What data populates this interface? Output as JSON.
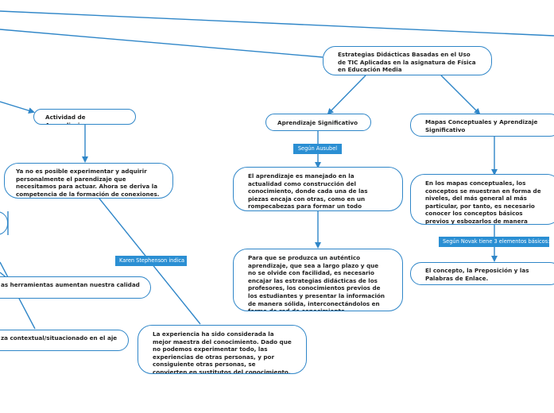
{
  "colors": {
    "stroke": "#2f86c8",
    "label_bg": "#2b8fd3",
    "label_text": "#ffffff",
    "node_text": "#222222"
  },
  "nodes": {
    "root": "Estrategias Didácticas Basadas en el Uso de TIC Aplicadas en la asignatura de  Física en Educación Media",
    "actividad": "Actividad de Aprendizaje",
    "aprendizaje_significativo": "Aprendizaje Significativo",
    "mapas_conceptuales": "Mapas Conceptuales y Aprendizaje Significativo",
    "experimentar": "Ya no es posible experimentar y adquirir personalmente el parendizaje que necesitamos para actuar. Ahora se deriva la competencia de la formación de conexiones.",
    "construccion": "El aprendizaje es manejado en la actualidad como construcción del conocimiento, donde cada una de las piezas encaja con otras, como en un rompecabezas para formar un todo conexo, coherente.",
    "mapas_niveles": "En los mapas conceptuales, los conceptos se muestran en forma de niveles, del más general al más particular, por tanto, es necesario conocer los conceptos básicos previos y esbozarlos de manera clara, conectada y que garantice la comprensión.",
    "autentico": "Para que se produzca un auténtico aprendizaje, que sea a largo plazo y que no se olvide con facilidad, es necesario encajar las estrategias didácticas de los profesores, los conocimientos previos de los estudiantes y presentar la información de manera sólida, interconectándolos en forma de red de conocimiento.",
    "concepto": "El concepto, la Preposición y las Palabras de Enlace.",
    "herramientas": "as herramientas aumentan nuestra calidad",
    "contextual": "za contextual/situacionado en el aje",
    "experiencia": "La experiencia ha sido considerada la mejor maestra del conocimiento. Dado que no podemos experimentar todo, las experiencias de otras personas, y por consiguiente otras personas, se convierten en sustitutos del conocimiento."
  },
  "labels": {
    "ausubel": "Según Ausubel",
    "novak": "Según Novak tiene 3 elementos básicos:",
    "stephenson": "Karen Stephenson indica"
  }
}
